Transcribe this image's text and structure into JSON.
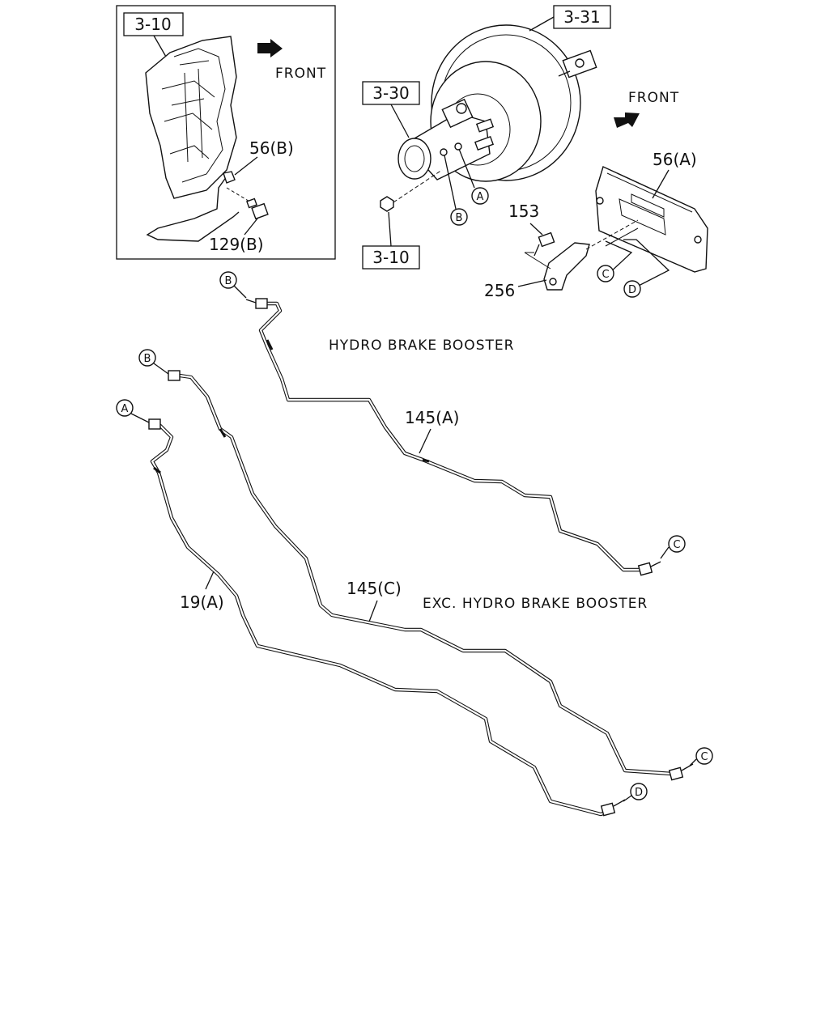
{
  "refs": {
    "ref_3_10_top": "3-10",
    "ref_3_31": "3-31",
    "ref_3_30": "3-30",
    "ref_3_10_bottom": "3-10"
  },
  "direction": {
    "front_inset": "FRONT",
    "front_main": "FRONT"
  },
  "parts": {
    "p56b": "56(B)",
    "p129b": "129(B)",
    "p56a": "56(A)",
    "p153": "153",
    "p256": "256",
    "p145a": "145(A)",
    "p145c": "145(C)",
    "p19a": "19(A)"
  },
  "connectors": {
    "A": "A",
    "B": "B",
    "C": "C",
    "D": "D"
  },
  "variants": {
    "hydro": "HYDRO BRAKE BOOSTER",
    "exc_hydro": "EXC. HYDRO BRAKE BOOSTER"
  }
}
